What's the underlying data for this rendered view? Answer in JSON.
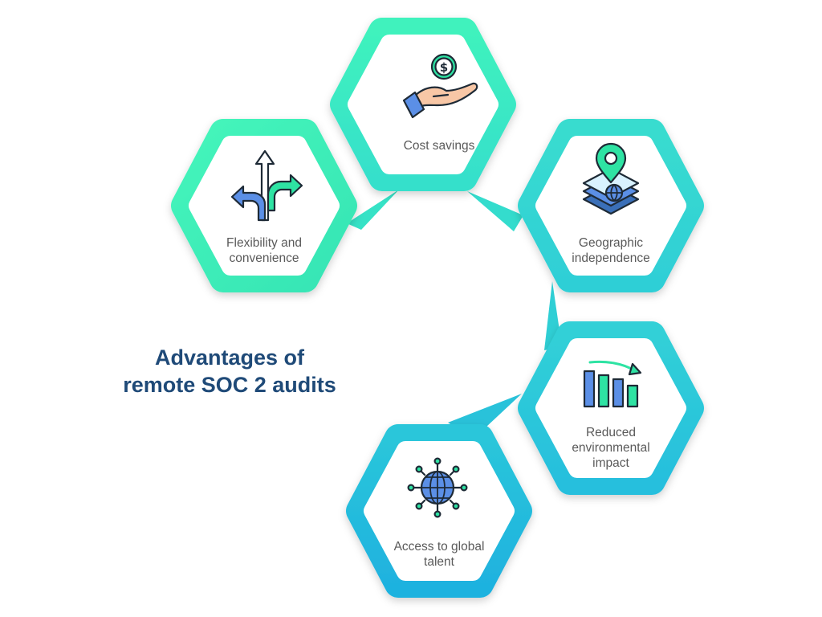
{
  "title": {
    "line1": "Advantages of",
    "line2": "remote SOC 2 audits"
  },
  "items": [
    {
      "line1": "Cost savings",
      "line2": "",
      "icon": "hand-coin-icon"
    },
    {
      "line1": "Flexibility and",
      "line2": "convenience",
      "icon": "split-arrows-icon"
    },
    {
      "line1": "Geographic",
      "line2": "independence",
      "icon": "map-pin-layers-icon"
    },
    {
      "line1": "Reduced",
      "line2": "environmental",
      "line3": "impact",
      "icon": "decreasing-bar-chart-icon"
    },
    {
      "line1": "Access to global",
      "line2": "talent",
      "icon": "network-globe-icon"
    }
  ],
  "colors": {
    "green": "#3ef0b8",
    "teal": "#33d7d0",
    "blue": "#26b8dd",
    "title": "#1f4a78",
    "label": "#5a5a5a",
    "icon_blue": "#5b8fe6",
    "icon_green": "#2ee3a3",
    "icon_peach": "#f8c7a6",
    "outline": "#1e2a36"
  }
}
